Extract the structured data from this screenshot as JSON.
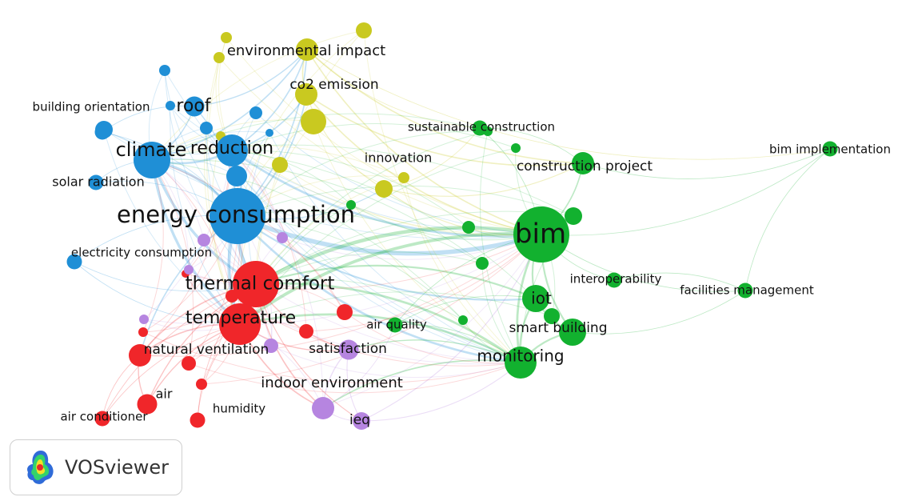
{
  "clusters": {
    "blue": "#1f8fd6",
    "yellow": "#c9c920",
    "green": "#12b12f",
    "red": "#f0262a",
    "purple": "#b685e0"
  },
  "nodes": [
    {
      "id": "energy-consumption",
      "label": "energy consumption",
      "cluster": "blue",
      "weight": 10
    },
    {
      "id": "climate",
      "label": "climate",
      "cluster": "blue",
      "weight": 6
    },
    {
      "id": "reduction",
      "label": "reduction",
      "cluster": "blue",
      "weight": 5
    },
    {
      "id": "roof",
      "label": "roof",
      "cluster": "blue",
      "weight": 2.5
    },
    {
      "id": "building-orientation",
      "label": "building orientation",
      "cluster": "blue",
      "weight": 1.5
    },
    {
      "id": "solar-radiation",
      "label": "solar radiation",
      "cluster": "blue",
      "weight": 1.5
    },
    {
      "id": "electricity-consumption",
      "label": "electricity consumption",
      "cluster": "blue",
      "weight": 1.5
    },
    {
      "id": "environmental-impact",
      "label": "environmental impact",
      "cluster": "yellow",
      "weight": 3
    },
    {
      "id": "co2-emission",
      "label": "co2 emission",
      "cluster": "yellow",
      "weight": 3
    },
    {
      "id": "innovation",
      "label": "innovation",
      "cluster": "yellow",
      "weight": 2
    },
    {
      "id": "sustainable-construction",
      "label": "sustainable construction",
      "cluster": "green",
      "weight": 1.5
    },
    {
      "id": "construction-project",
      "label": "construction project",
      "cluster": "green",
      "weight": 3
    },
    {
      "id": "bim-implementation",
      "label": "bim implementation",
      "cluster": "green",
      "weight": 1.5
    },
    {
      "id": "bim",
      "label": "bim",
      "cluster": "green",
      "weight": 10
    },
    {
      "id": "interoperability",
      "label": "interoperability",
      "cluster": "green",
      "weight": 1.5
    },
    {
      "id": "facilities-management",
      "label": "facilities management",
      "cluster": "green",
      "weight": 1.5
    },
    {
      "id": "iot",
      "label": "iot",
      "cluster": "green",
      "weight": 4
    },
    {
      "id": "smart-building",
      "label": "smart building",
      "cluster": "green",
      "weight": 4
    },
    {
      "id": "monitoring",
      "label": "monitoring",
      "cluster": "green",
      "weight": 5
    },
    {
      "id": "air-quality",
      "label": "air quality",
      "cluster": "green",
      "weight": 1.5
    },
    {
      "id": "thermal-comfort",
      "label": "thermal comfort",
      "cluster": "red",
      "weight": 8
    },
    {
      "id": "temperature",
      "label": "temperature",
      "cluster": "red",
      "weight": 7
    },
    {
      "id": "natural-ventilation",
      "label": "natural ventilation",
      "cluster": "red",
      "weight": 3
    },
    {
      "id": "air",
      "label": "air",
      "cluster": "red",
      "weight": 2.5
    },
    {
      "id": "humidity",
      "label": "humidity",
      "cluster": "red",
      "weight": 1.5
    },
    {
      "id": "air-conditioner",
      "label": "air conditioner",
      "cluster": "red",
      "weight": 1.5
    },
    {
      "id": "satisfaction",
      "label": "satisfaction",
      "cluster": "purple",
      "weight": 2.5
    },
    {
      "id": "indoor-environment",
      "label": "indoor environment",
      "cluster": "purple",
      "weight": 3
    },
    {
      "id": "ieq",
      "label": "ieq",
      "cluster": "purple",
      "weight": 2
    }
  ],
  "links": [
    [
      "energy-consumption",
      "climate"
    ],
    [
      "energy-consumption",
      "reduction"
    ],
    [
      "energy-consumption",
      "roof"
    ],
    [
      "energy-consumption",
      "building-orientation"
    ],
    [
      "energy-consumption",
      "solar-radiation"
    ],
    [
      "energy-consumption",
      "electricity-consumption"
    ],
    [
      "energy-consumption",
      "thermal-comfort"
    ],
    [
      "energy-consumption",
      "temperature"
    ],
    [
      "energy-consumption",
      "bim"
    ],
    [
      "energy-consumption",
      "co2-emission"
    ],
    [
      "energy-consumption",
      "environmental-impact"
    ],
    [
      "energy-consumption",
      "natural-ventilation"
    ],
    [
      "energy-consumption",
      "monitoring"
    ],
    [
      "energy-consumption",
      "iot"
    ],
    [
      "energy-consumption",
      "innovation"
    ],
    [
      "climate",
      "reduction"
    ],
    [
      "climate",
      "roof"
    ],
    [
      "climate",
      "solar-radiation"
    ],
    [
      "climate",
      "building-orientation"
    ],
    [
      "climate",
      "thermal-comfort"
    ],
    [
      "climate",
      "temperature"
    ],
    [
      "climate",
      "environmental-impact"
    ],
    [
      "reduction",
      "co2-emission"
    ],
    [
      "reduction",
      "environmental-impact"
    ],
    [
      "reduction",
      "bim"
    ],
    [
      "roof",
      "building-orientation"
    ],
    [
      "roof",
      "environmental-impact"
    ],
    [
      "environmental-impact",
      "co2-emission"
    ],
    [
      "environmental-impact",
      "bim"
    ],
    [
      "environmental-impact",
      "construction-project"
    ],
    [
      "environmental-impact",
      "bim-implementation"
    ],
    [
      "environmental-impact",
      "sustainable-construction"
    ],
    [
      "co2-emission",
      "bim"
    ],
    [
      "co2-emission",
      "innovation"
    ],
    [
      "co2-emission",
      "construction-project"
    ],
    [
      "innovation",
      "bim"
    ],
    [
      "innovation",
      "construction-project"
    ],
    [
      "innovation",
      "sustainable-construction"
    ],
    [
      "bim",
      "construction-project"
    ],
    [
      "bim",
      "bim-implementation"
    ],
    [
      "bim",
      "interoperability"
    ],
    [
      "bim",
      "facilities-management"
    ],
    [
      "bim",
      "iot"
    ],
    [
      "bim",
      "smart-building"
    ],
    [
      "bim",
      "monitoring"
    ],
    [
      "bim",
      "sustainable-construction"
    ],
    [
      "bim",
      "thermal-comfort"
    ],
    [
      "bim",
      "temperature"
    ],
    [
      "bim",
      "air-quality"
    ],
    [
      "construction-project",
      "bim-implementation"
    ],
    [
      "construction-project",
      "sustainable-construction"
    ],
    [
      "iot",
      "smart-building"
    ],
    [
      "iot",
      "monitoring"
    ],
    [
      "iot",
      "thermal-comfort"
    ],
    [
      "iot",
      "air-quality"
    ],
    [
      "smart-building",
      "monitoring"
    ],
    [
      "smart-building",
      "facilities-management"
    ],
    [
      "monitoring",
      "temperature"
    ],
    [
      "monitoring",
      "thermal-comfort"
    ],
    [
      "monitoring",
      "indoor-environment"
    ],
    [
      "monitoring",
      "satisfaction"
    ],
    [
      "monitoring",
      "air-quality"
    ],
    [
      "thermal-comfort",
      "temperature"
    ],
    [
      "thermal-comfort",
      "natural-ventilation"
    ],
    [
      "thermal-comfort",
      "satisfaction"
    ],
    [
      "thermal-comfort",
      "indoor-environment"
    ],
    [
      "thermal-comfort",
      "air"
    ],
    [
      "thermal-comfort",
      "humidity"
    ],
    [
      "thermal-comfort",
      "ieq"
    ],
    [
      "thermal-comfort",
      "air-conditioner"
    ],
    [
      "temperature",
      "natural-ventilation"
    ],
    [
      "temperature",
      "humidity"
    ],
    [
      "temperature",
      "air"
    ],
    [
      "temperature",
      "air-conditioner"
    ],
    [
      "temperature",
      "satisfaction"
    ],
    [
      "temperature",
      "indoor-environment"
    ],
    [
      "natural-ventilation",
      "air"
    ],
    [
      "natural-ventilation",
      "air-conditioner"
    ],
    [
      "satisfaction",
      "indoor-environment"
    ],
    [
      "satisfaction",
      "ieq"
    ],
    [
      "indoor-environment",
      "ieq"
    ],
    [
      "indoor-environment",
      "air-quality"
    ],
    [
      "ieq",
      "monitoring"
    ],
    [
      "ieq",
      "bim"
    ],
    [
      "electricity-consumption",
      "temperature"
    ],
    [
      "electricity-consumption",
      "thermal-comfort"
    ],
    [
      "facilities-management",
      "interoperability"
    ],
    [
      "bim-implementation",
      "facilities-management"
    ]
  ],
  "badge": {
    "label": "VOSviewer"
  }
}
